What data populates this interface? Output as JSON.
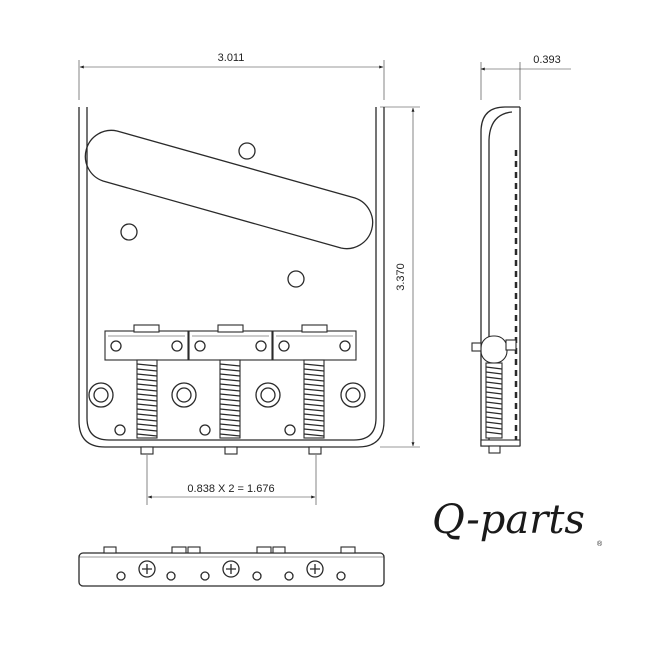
{
  "dimensions": {
    "width": "3.011",
    "depth": "0.393",
    "height": "3.370",
    "string_spacing": "0.838 X 2 = 1.676"
  },
  "logo": {
    "text": "Q-parts",
    "mark": "®"
  }
}
